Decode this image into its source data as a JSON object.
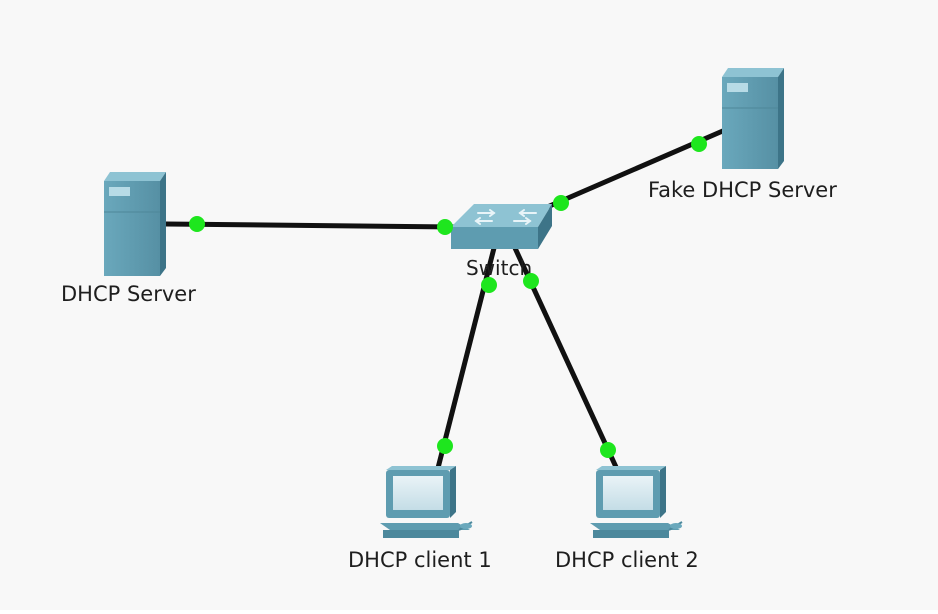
{
  "diagram": {
    "devices": {
      "dhcp_server": {
        "label": "DHCP Server",
        "icon": "server-icon"
      },
      "fake_dhcp_server": {
        "label": "Fake DHCP Server",
        "icon": "server-icon"
      },
      "switch": {
        "label": "Switch",
        "icon": "switch-icon"
      },
      "dhcp_client_1": {
        "label": "DHCP client 1",
        "icon": "pc-icon"
      },
      "dhcp_client_2": {
        "label": "DHCP client 2",
        "icon": "pc-icon"
      }
    },
    "links": [
      {
        "from": "DHCP Server",
        "to": "Switch"
      },
      {
        "from": "Fake DHCP Server",
        "to": "Switch"
      },
      {
        "from": "Switch",
        "to": "DHCP client 1"
      },
      {
        "from": "Switch",
        "to": "DHCP client 2"
      }
    ],
    "colors": {
      "device_body": "#5e9cb0",
      "link": "#111111",
      "port_status_up": "#1ee61e",
      "background": "#f8f8f8"
    }
  }
}
